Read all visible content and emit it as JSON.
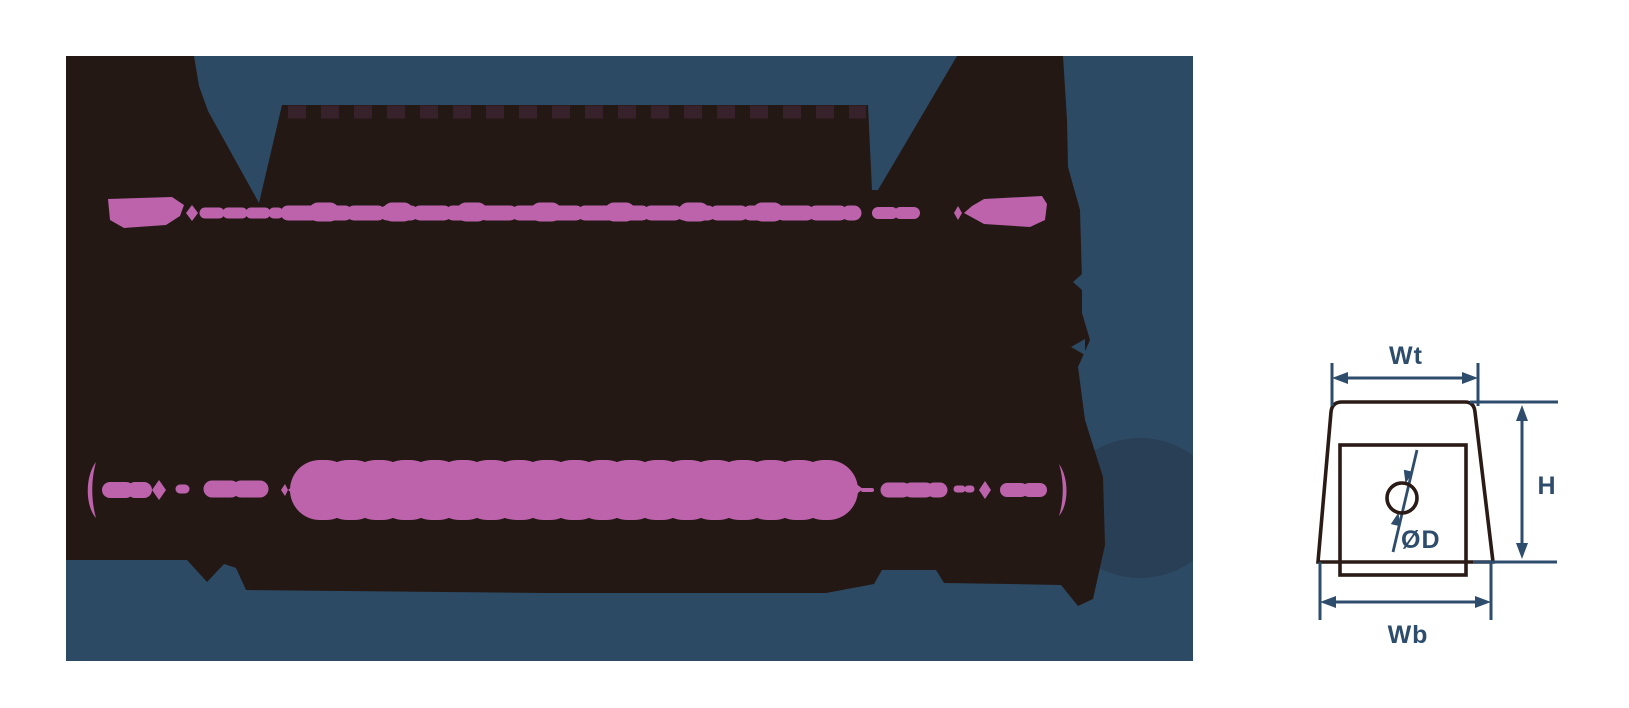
{
  "page": {
    "background": "#FFFFFF"
  },
  "photo": {
    "colors": {
      "background": "#2D4A64",
      "shadow_disc": "#293F55",
      "product_dark": "#241814",
      "serration_dark": "#37212A",
      "stripe_pink": "#BC63AC"
    }
  },
  "drawing": {
    "labels": {
      "top_width": "Wt",
      "height": "H",
      "hole_diameter": "ØD",
      "bottom_width": "Wb"
    },
    "colors": {
      "outline_dark": "#2A1B16",
      "dimension_navy": "#2E4D6C"
    }
  }
}
